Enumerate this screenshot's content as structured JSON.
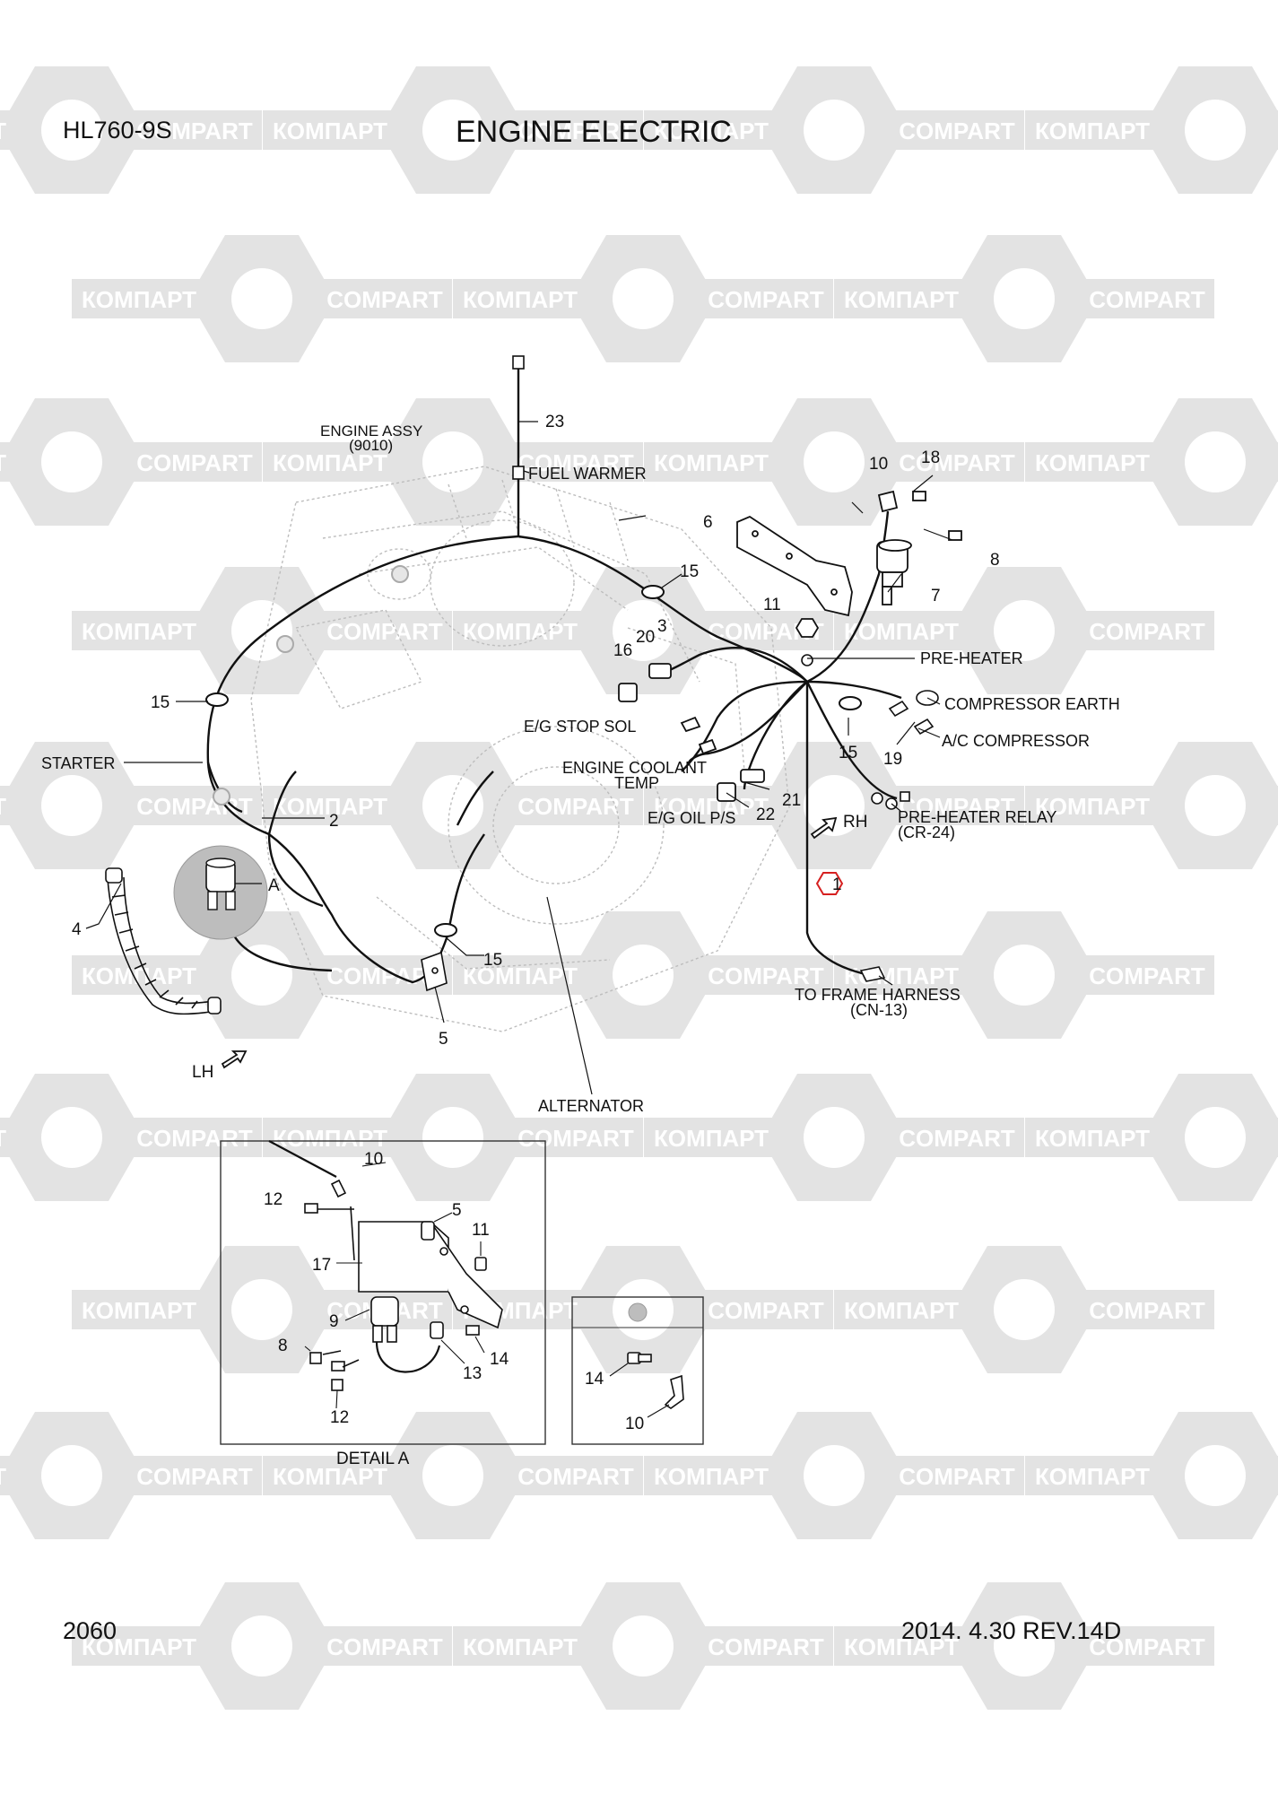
{
  "header": {
    "model": "HL760-9S",
    "title": "ENGINE ELECTRIC"
  },
  "footer": {
    "page_number": "2060",
    "revision": "2014. 4.30  REV.14D"
  },
  "watermark": {
    "text_cyrillic": "КОМПАРТ",
    "text_latin": "COMPART"
  },
  "labels": {
    "engine_assy": [
      "ENGINE ASSY",
      "(9010)"
    ],
    "fuel_warmer": "FUEL WARMER",
    "pre_heater": "PRE-HEATER",
    "compressor_earth": "COMPRESSOR EARTH",
    "ac_compressor": "A/C COMPRESSOR",
    "eg_stop_sol": "E/G STOP SOL",
    "engine_coolant_temp": [
      "ENGINE COOLANT",
      "TEMP"
    ],
    "eg_oil_ps": "E/G OIL P/S",
    "pre_heater_relay": [
      "PRE-HEATER RELAY",
      "(CR-24)"
    ],
    "starter": "STARTER",
    "to_frame_harness": [
      "TO FRAME HARNESS",
      "(CN-13)"
    ],
    "alternator": "ALTERNATOR",
    "rh": "RH",
    "lh": "LH",
    "detail_letter": "A",
    "detail_a": "DETAIL A"
  },
  "part_numbers": {
    "p1": "1",
    "p2": "2",
    "p3": "3",
    "p4": "4",
    "p5": "5",
    "p6": "6",
    "p7": "7",
    "p8": "8",
    "p10": "10",
    "p11": "11",
    "p15a": "15",
    "p15b": "15",
    "p15c": "15",
    "p15d": "15",
    "p16": "16",
    "p18": "18",
    "p19": "19",
    "p20": "20",
    "p21": "21",
    "p22": "22",
    "p23": "23"
  },
  "detail_a_numbers": {
    "d10": "10",
    "d12a": "12",
    "d5": "5",
    "d11": "11",
    "d17": "17",
    "d9": "9",
    "d8": "8",
    "d14": "14",
    "d13": "13",
    "d12b": "12"
  },
  "inset_numbers": {
    "i14": "14",
    "i10": "10"
  },
  "colors": {
    "ink": "#111111",
    "ghost_engine": "#b8b8b8",
    "watermark": "#e3e3e3",
    "highlight": "#d62020",
    "detail_circle": "#bdbdbd"
  }
}
